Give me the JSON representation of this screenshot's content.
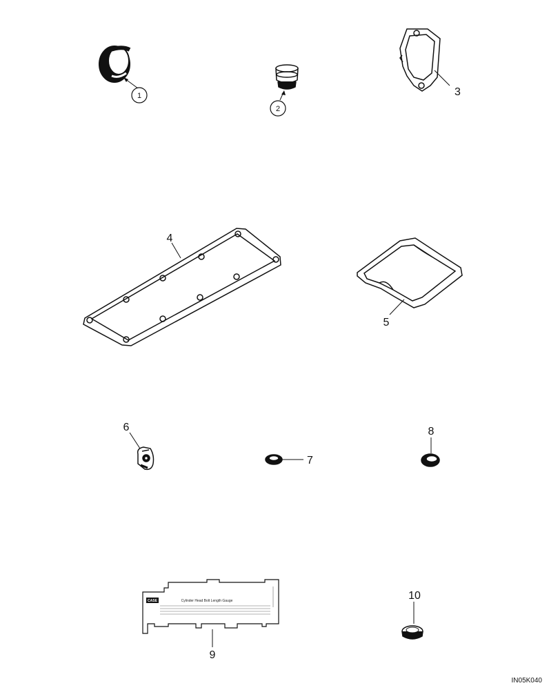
{
  "callouts": [
    {
      "number": "1"
    },
    {
      "number": "2"
    },
    {
      "number": "3"
    },
    {
      "number": "4"
    },
    {
      "number": "5"
    },
    {
      "number": "6"
    },
    {
      "number": "7"
    },
    {
      "number": "8"
    },
    {
      "number": "9"
    },
    {
      "number": "10"
    }
  ],
  "gauge": {
    "brand": "CASE",
    "title": "Cylinder Head Bolt Length Gauge"
  },
  "reference_code": "IN05K040"
}
